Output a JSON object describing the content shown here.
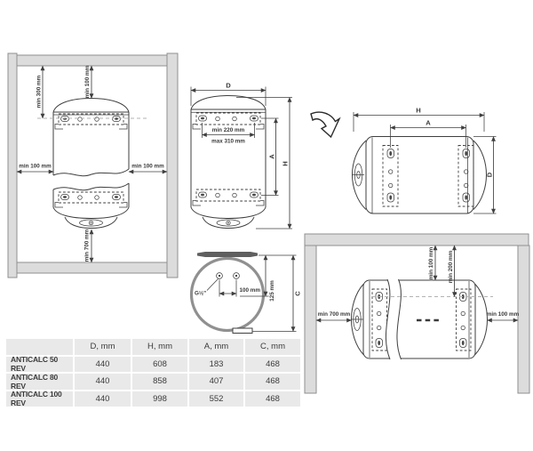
{
  "vertical_install": {
    "min_top_left": "min 300 mm",
    "min_top_right": "min 100 mm",
    "min_left": "min 100 mm",
    "min_right": "min 100 mm",
    "min_bottom": "min 700 mm"
  },
  "front_view": {
    "diameter_label": "D",
    "bracket_min_label": "min 220 mm",
    "bracket_max_label": "max 310 mm",
    "bracket_span_label": "A",
    "height_label": "H"
  },
  "horizontal_view": {
    "length_label": "H",
    "bracket_span_label": "A",
    "diameter_label": "D"
  },
  "bottom_view": {
    "thread_label": "G½\"",
    "pipe_spacing_label": "100 mm",
    "offset_label": "125 mm",
    "depth_label": "C"
  },
  "horizontal_install": {
    "min_top_1": "min 100 mm",
    "min_top_2": "min 200 mm",
    "min_left": "min 700 mm",
    "min_right": "min 100 mm"
  },
  "table": {
    "headers": [
      "",
      "D, mm",
      "H, mm",
      "A, mm",
      "C, mm"
    ],
    "rows": [
      [
        "ANTICALC 50 REV",
        "440",
        "608",
        "183",
        "468"
      ],
      [
        "ANTICALC 80 REV",
        "440",
        "858",
        "407",
        "468"
      ],
      [
        "ANTICALC 100 REV",
        "440",
        "998",
        "552",
        "468"
      ]
    ]
  },
  "colors": {
    "wall_fill": "#dcdcdc",
    "wall_stroke": "#8f8f8f",
    "line": "#3f3f3f",
    "table_cell": "#e9e9e9"
  }
}
